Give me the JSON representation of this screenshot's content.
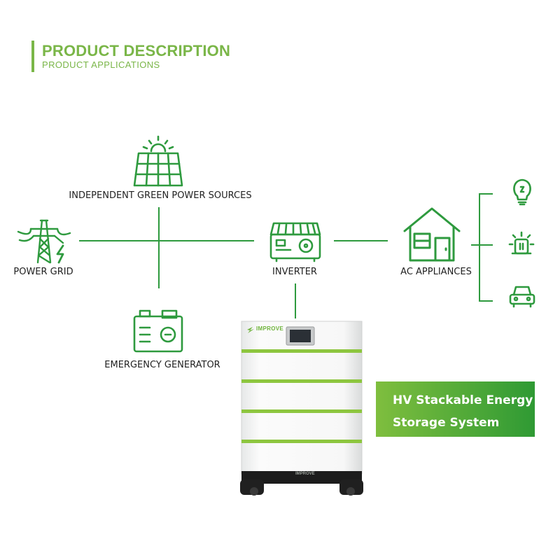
{
  "header": {
    "title": "PRODUCT DESCRIPTION",
    "subtitle": "PRODUCT APPLICATIONS"
  },
  "nodes": {
    "solar": "INDEPENDENT GREEN POWER SOURCES",
    "grid": "POWER GRID",
    "inverter": "INVERTER",
    "appliances": "AC APPLIANCES",
    "generator": "EMERGENCY GENERATOR"
  },
  "appliance_icons": [
    "lightbulb-icon",
    "alarm-light-icon",
    "car-icon"
  ],
  "product": {
    "name_line1": "HV Stackable Energy",
    "name_line2": "Storage System",
    "brand": "IMPROVE",
    "brand_small": "IMPROVE"
  },
  "colors": {
    "accent": "#7ab648",
    "line": "#2e9a3e",
    "gradient_start": "#7fbe3e",
    "gradient_end": "#2f9a34"
  }
}
